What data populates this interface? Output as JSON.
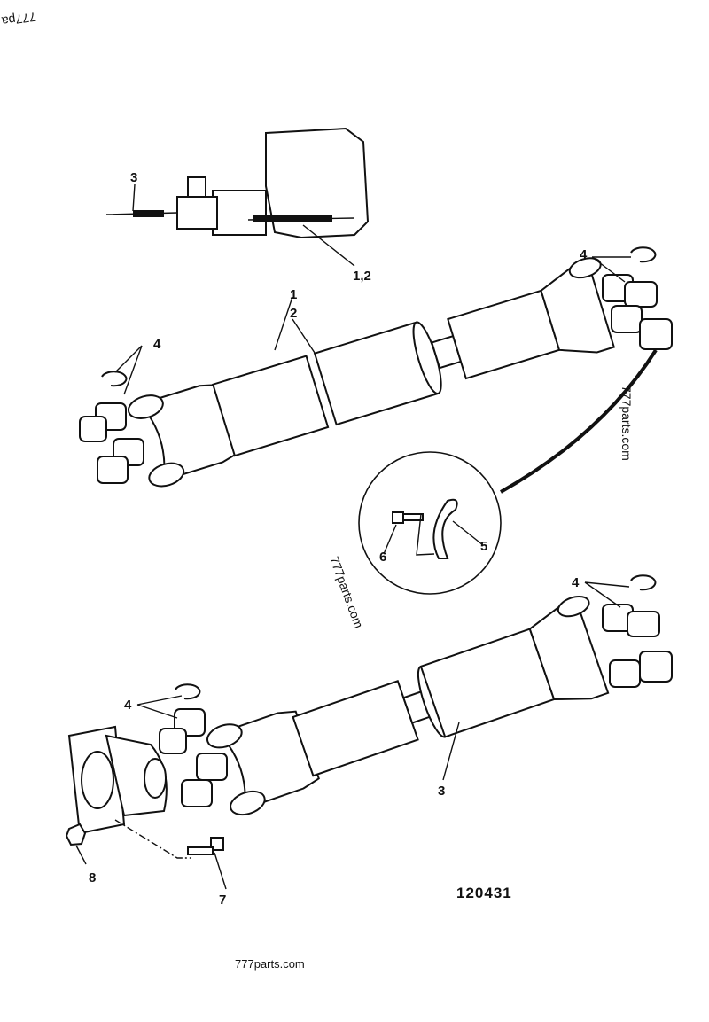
{
  "diagram": {
    "figure_number": "120431",
    "watermark_top_left": "777pa",
    "watermark_right": "777parts.com",
    "watermark_middle": "777parts.com",
    "watermark_bottom": "777parts.com",
    "callouts": {
      "inset_3": "3",
      "inset_12": "1,2",
      "upper_1": "1",
      "upper_2": "2",
      "upper_left_4": "4",
      "upper_right_4": "4",
      "detail_6": "6",
      "detail_5": "5",
      "lower_right_4": "4",
      "lower_left_4": "4",
      "lower_3": "3",
      "bolt_7": "7",
      "nut_8": "8"
    }
  }
}
